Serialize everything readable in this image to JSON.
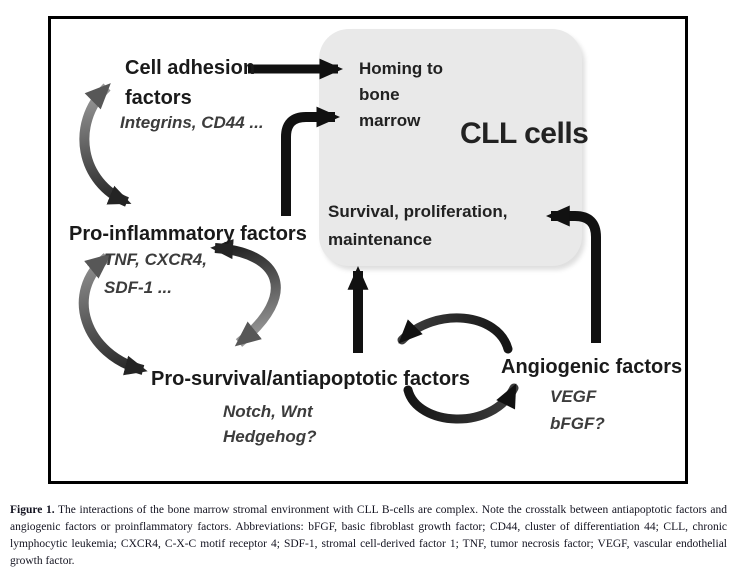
{
  "figure": {
    "cll_box": {
      "title": "CLL cells",
      "homing_lines": [
        "Homing to",
        "bone",
        "marrow"
      ],
      "survival_lines": [
        "Survival, proliferation,",
        "maintenance"
      ]
    },
    "nodes": {
      "cell_adhesion": {
        "title_lines": [
          "Cell adhesion",
          "factors"
        ],
        "examples": "Integrins, CD44 ..."
      },
      "pro_inflammatory": {
        "title": "Pro-inflammatory factors",
        "examples_lines": [
          "TNF, CXCR4,",
          "SDF-1 ..."
        ]
      },
      "pro_survival": {
        "title": "Pro-survival/antiapoptotic factors",
        "examples_lines": [
          "Notch, Wnt",
          "Hedgehog?"
        ]
      },
      "angiogenic": {
        "title": "Angiogenic factors",
        "examples_lines": [
          "VEGF",
          "bFGF?"
        ]
      }
    },
    "colors": {
      "box_background": "#e9e9e9",
      "arrow_black": "#111111",
      "ribbon_dark": "#222222",
      "ribbon_light": "#999999",
      "text": "#1a1a1a"
    }
  },
  "caption": {
    "label": "Figure 1.",
    "text": "The interactions of the bone marrow stromal environment with CLL B-cells are complex. Note the crosstalk between antiapoptotic factors and angiogenic factors or proinflammatory factors. Abbreviations: bFGF, basic fibroblast growth factor; CD44, cluster of differentiation 44; CLL, chronic lymphocytic leukemia; CXCR4, C-X-C motif receptor 4; SDF-1, stromal cell-derived factor 1; TNF, tumor necrosis factor; VEGF, vascular endothelial growth factor."
  }
}
